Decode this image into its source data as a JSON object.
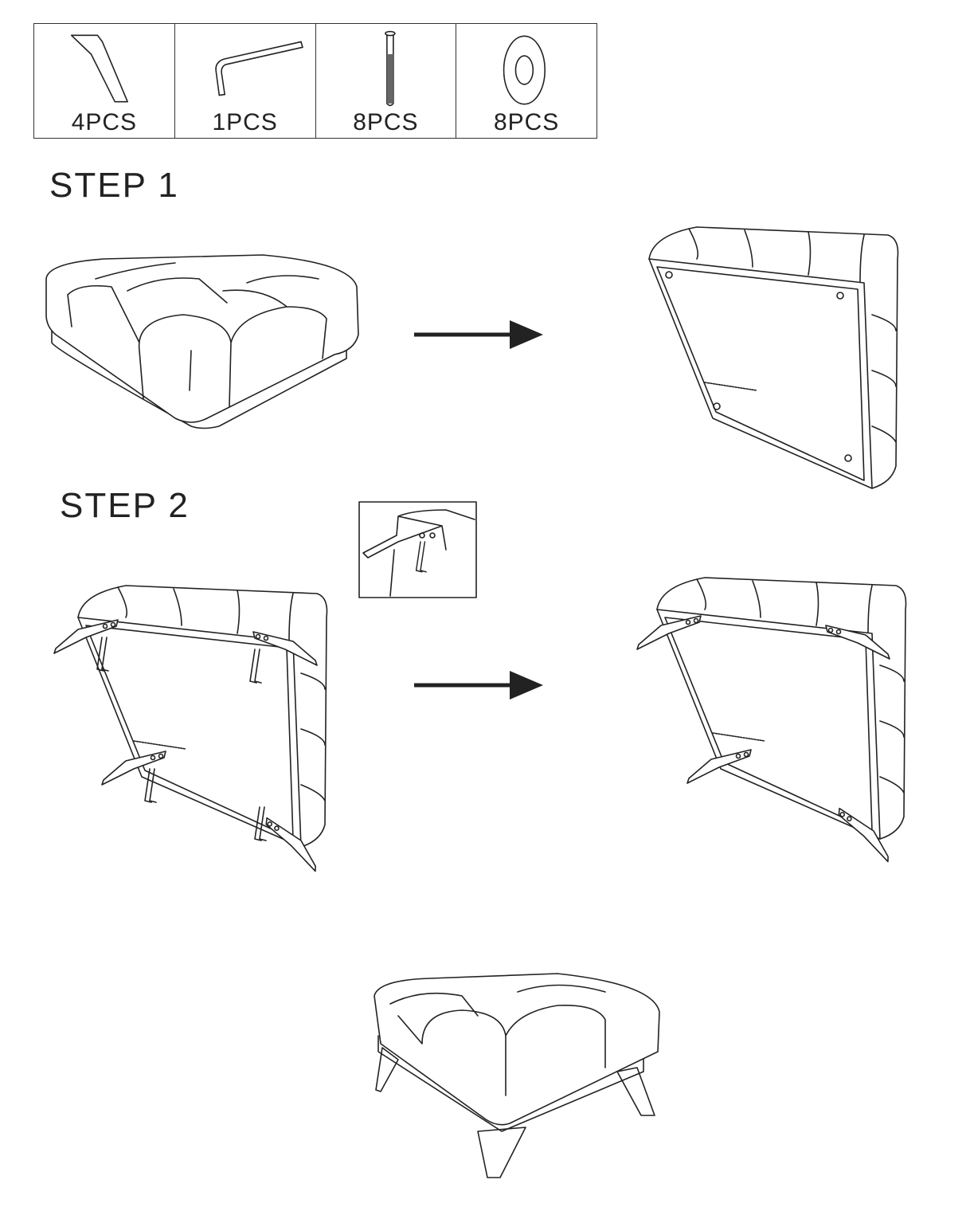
{
  "parts": [
    {
      "icon": "sofa-leg-icon",
      "qty": "4PCS"
    },
    {
      "icon": "allen-key-icon",
      "qty": "1PCS"
    },
    {
      "icon": "bolt-icon",
      "qty": "8PCS"
    },
    {
      "icon": "washer-icon",
      "qty": "8PCS"
    }
  ],
  "steps": {
    "step1": "STEP 1",
    "step2": "STEP 2"
  }
}
